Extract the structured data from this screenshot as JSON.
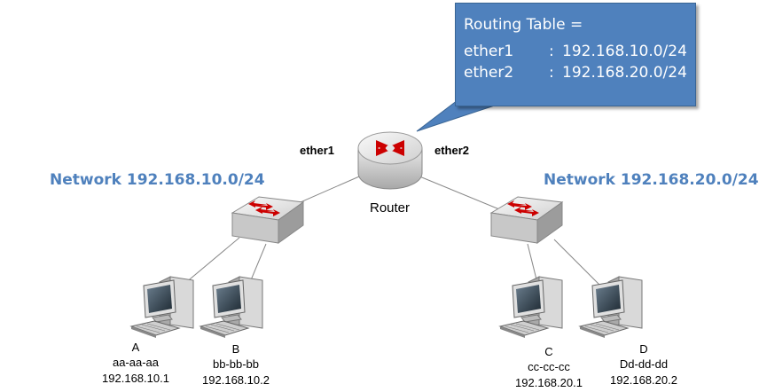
{
  "callout": {
    "title": "Routing Table  =",
    "rows": [
      {
        "iface": "ether1",
        "sep": ":",
        "network": "192.168.10.0/24"
      },
      {
        "iface": "ether2",
        "sep": ":",
        "network": "192.168.20.0/24"
      }
    ]
  },
  "router": {
    "label": "Router",
    "iface_left": "ether1",
    "iface_right": "ether2"
  },
  "networks": {
    "left": "Network 192.168.10.0/24",
    "right": "Network 192.168.20.0/24"
  },
  "hosts": [
    {
      "name": "A",
      "mac": "aa-aa-aa",
      "ip": "192.168.10.1"
    },
    {
      "name": "B",
      "mac": "bb-bb-bb",
      "ip": "192.168.10.2"
    },
    {
      "name": "C",
      "mac": "cc-cc-cc",
      "ip": "192.168.20.1"
    },
    {
      "name": "D",
      "mac": "Dd-dd-dd",
      "ip": "192.168.20.2"
    }
  ],
  "colors": {
    "callout_bg": "#4f81bd",
    "network_label": "#4f81bd",
    "arrow_red": "#cc0000"
  }
}
